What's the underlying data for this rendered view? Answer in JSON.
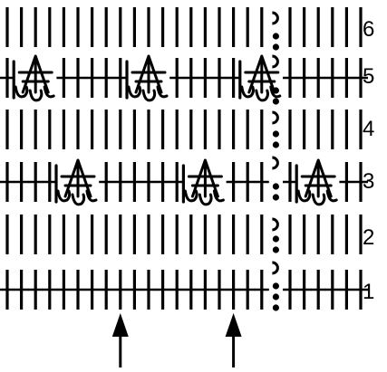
{
  "chart": {
    "ink_color": "#000000",
    "background_color": "#ffffff",
    "stitch_columns": 26,
    "row_numbers": [
      "1",
      "2",
      "3",
      "4",
      "5",
      "6"
    ],
    "rows": [
      {
        "label": "1",
        "stitch": "crossed-vertical",
        "cluster_columns": []
      },
      {
        "label": "2",
        "stitch": "vertical",
        "cluster_columns": []
      },
      {
        "label": "3",
        "stitch": "crossed-vertical",
        "cluster_columns": [
          5,
          14,
          22
        ]
      },
      {
        "label": "4",
        "stitch": "vertical",
        "cluster_columns": []
      },
      {
        "label": "5",
        "stitch": "crossed-vertical",
        "cluster_columns": [
          2,
          10,
          18
        ]
      },
      {
        "label": "6",
        "stitch": "vertical",
        "cluster_columns": []
      }
    ],
    "cluster_icon": "triangle-loop-cluster-icon",
    "repeat_marker_icons": [
      "dot-icon",
      "curl-icon"
    ],
    "repeat_marker_column": 19,
    "start_arrows": [
      {
        "name": "start-arrow-left",
        "column": 8,
        "icon": "up-arrow-icon"
      },
      {
        "name": "start-arrow-right",
        "column": 16,
        "icon": "up-arrow-icon"
      }
    ]
  }
}
